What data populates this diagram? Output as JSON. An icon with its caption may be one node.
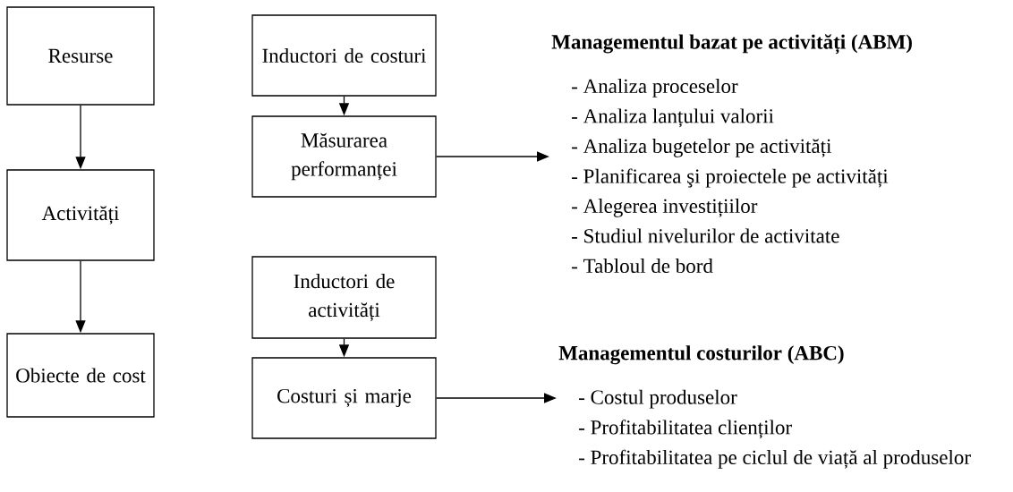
{
  "diagram": {
    "nodes": [
      {
        "text": [
          "Resurse"
        ]
      },
      {
        "text": [
          "Activități"
        ]
      },
      {
        "text": [
          "Obiecte de cost"
        ]
      },
      {
        "text": [
          "Inductori de costuri"
        ]
      },
      {
        "text": [
          "Măsurarea performanței"
        ]
      },
      {
        "text": [
          "Managementul bazat pe activități (ABM)",
          "- Analiza proceselor",
          "- Analiza lanțului valorii",
          "- Analiza bugetelor pe activități",
          "- Planificarea şi proiectele pe activități",
          "- Alegerea investițiilor",
          "- Studiul nivelurilor de activitate",
          "- Tabloul de bord"
        ]
      },
      {
        "text": [
          "Inductori de activități"
        ]
      },
      {
        "text": [
          "Costuri și marje"
        ]
      },
      {
        "text": [
          "Managementul costurilor (ABC)",
          "- Costul produselor",
          "- Profitabilitatea clienților",
          "- Profitabilitatea pe ciclul de viață al produselor"
        ]
      }
    ],
    "edges": [
      {
        "from": 0,
        "to": 1,
        "arrow": "to"
      },
      {
        "from": 1,
        "to": 2,
        "arrow": "to"
      },
      {
        "from": 3,
        "to": 4,
        "arrow": "to"
      },
      {
        "from": 4,
        "to": 5,
        "arrow": "to"
      },
      {
        "from": 6,
        "to": 7,
        "arrow": "to"
      },
      {
        "from": 7,
        "to": 8,
        "arrow": "to"
      }
    ]
  }
}
